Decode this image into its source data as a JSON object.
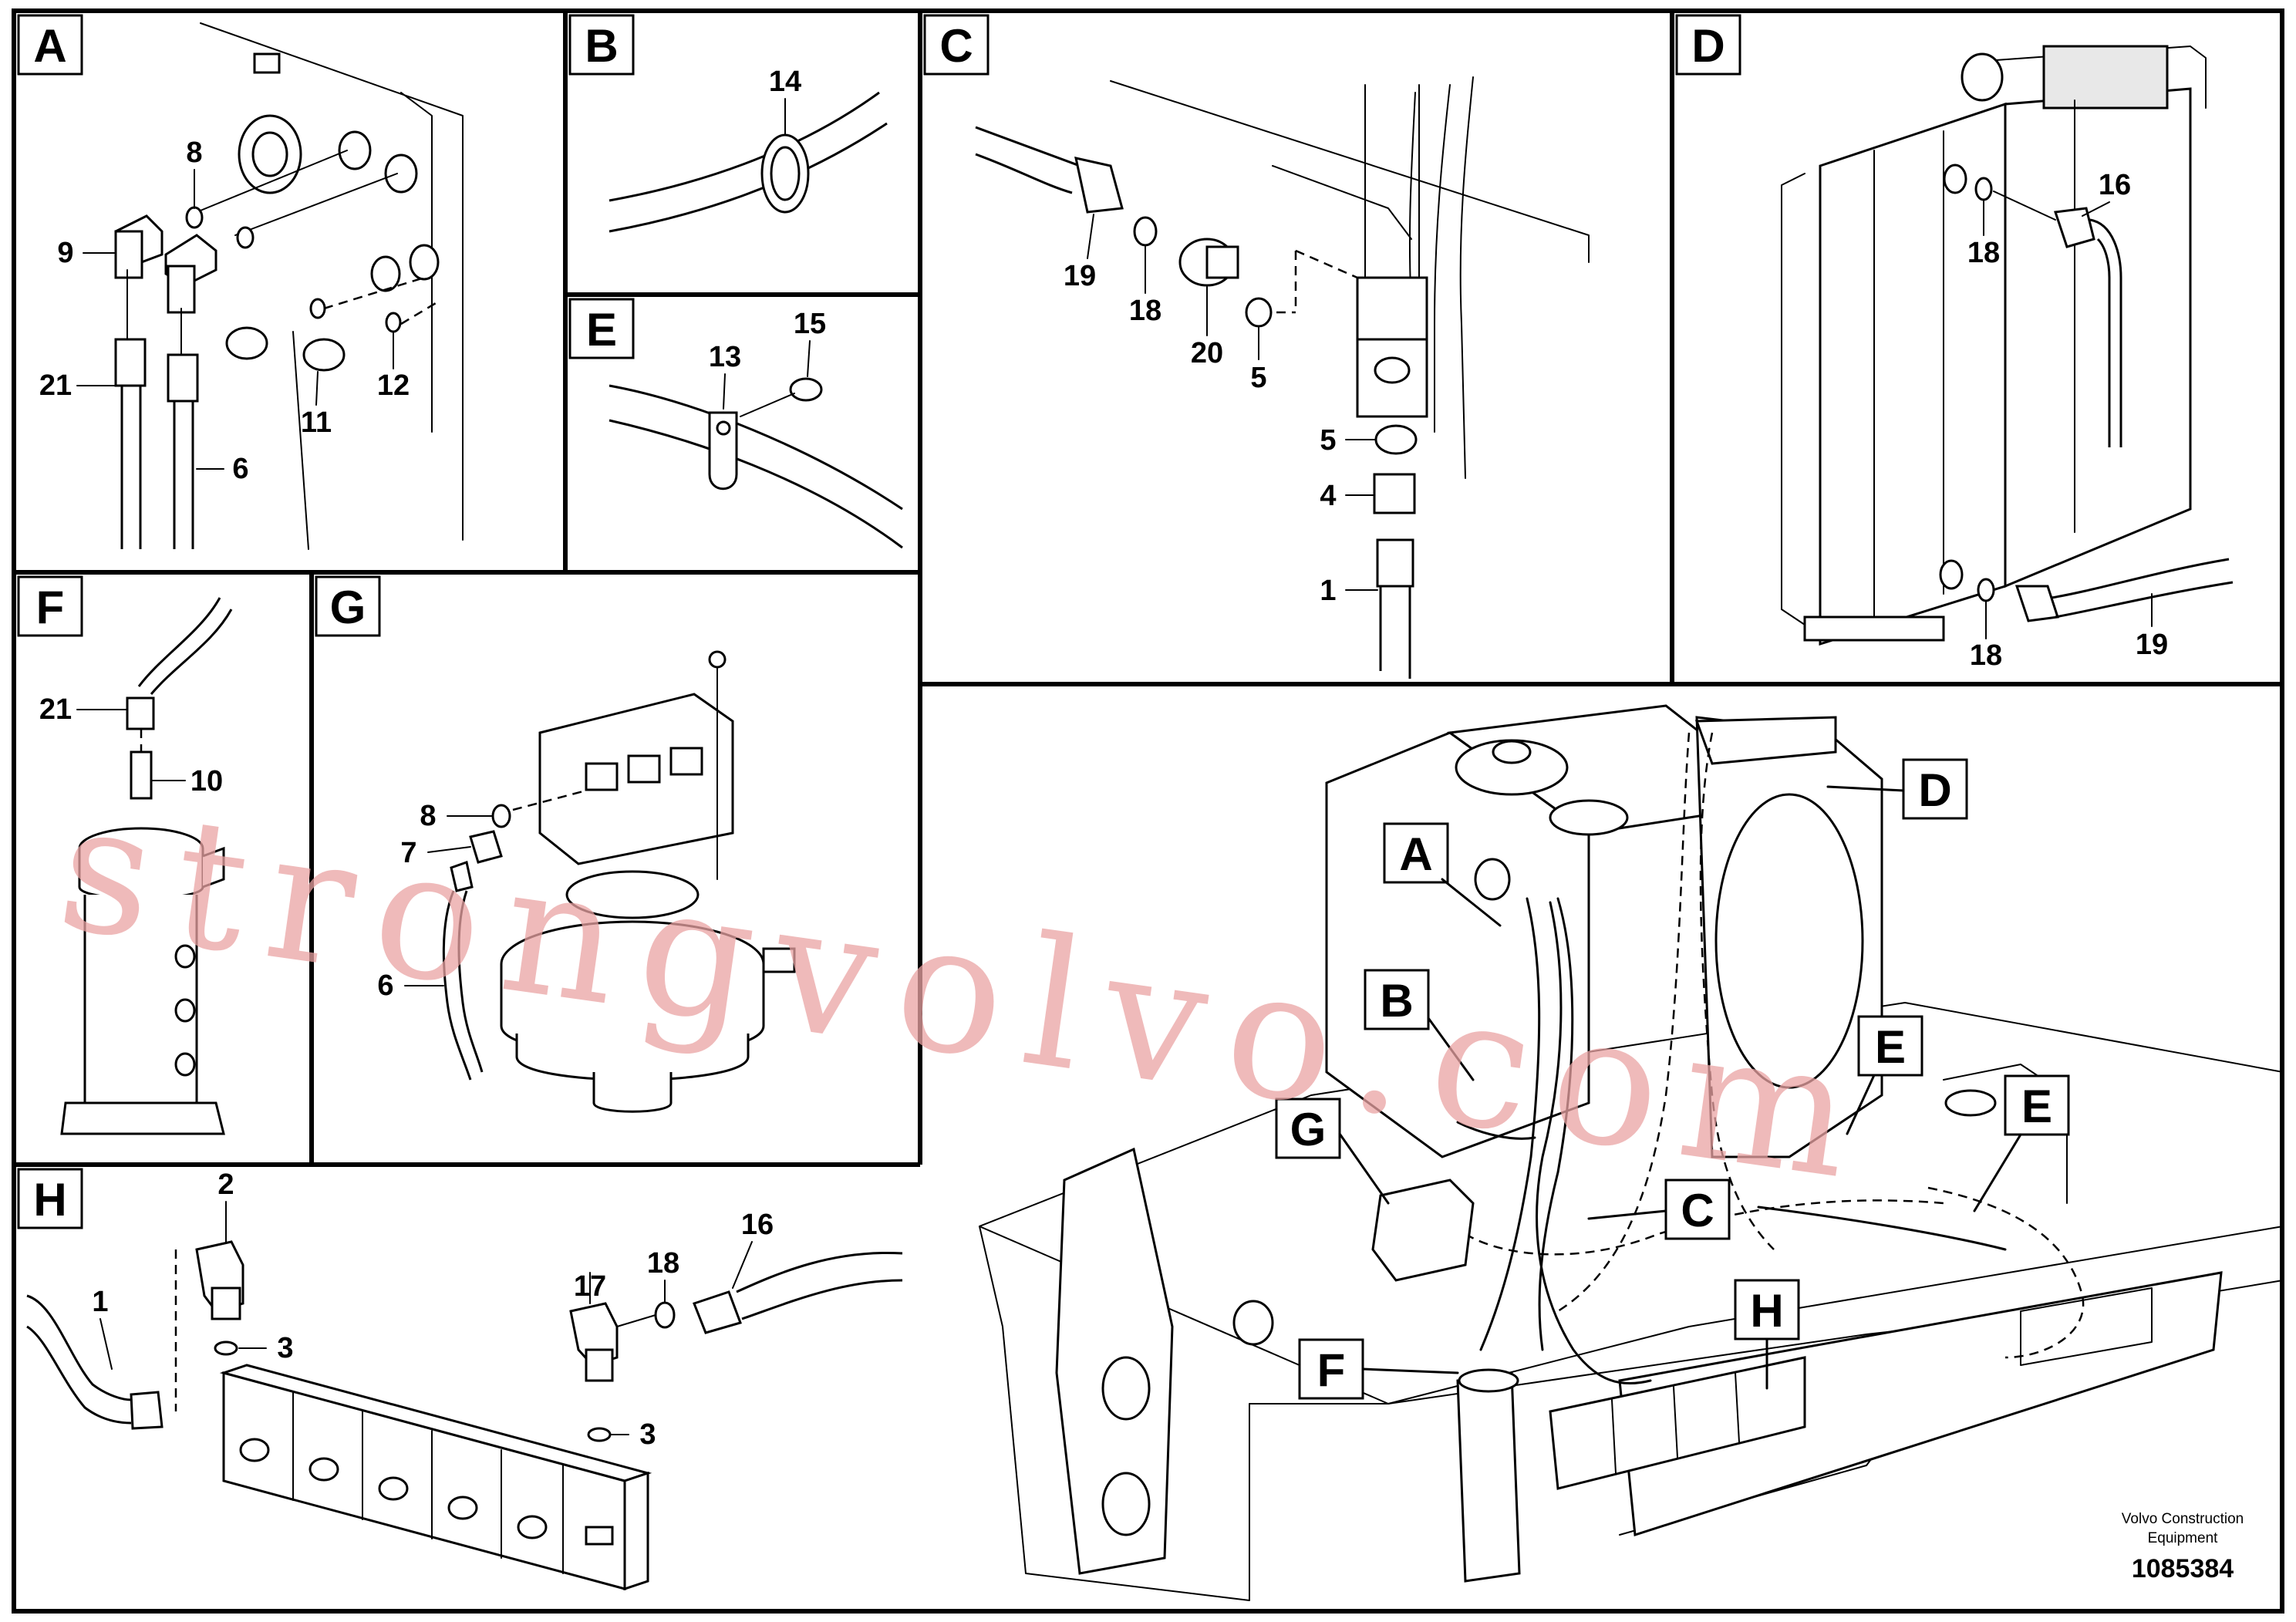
{
  "panels": {
    "A": {
      "letter": "A",
      "callouts": [
        "8",
        "9",
        "21",
        "6",
        "11",
        "12"
      ]
    },
    "B": {
      "letter": "B",
      "callouts": [
        "14"
      ]
    },
    "C": {
      "letter": "C",
      "callouts": [
        "19",
        "18",
        "20",
        "5",
        "5",
        "4",
        "1"
      ]
    },
    "D": {
      "letter": "D",
      "callouts": [
        "16",
        "18",
        "18",
        "19"
      ]
    },
    "E": {
      "letter": "E",
      "callouts": [
        "13",
        "15"
      ]
    },
    "F": {
      "letter": "F",
      "callouts": [
        "21",
        "10"
      ]
    },
    "G": {
      "letter": "G",
      "callouts": [
        "8",
        "7",
        "6"
      ]
    },
    "H": {
      "letter": "H",
      "callouts": [
        "2",
        "1",
        "3",
        "17",
        "18",
        "16",
        "3"
      ]
    }
  },
  "overview_tags": {
    "A": "A",
    "B": "B",
    "C": "C",
    "D": "D",
    "E1": "E",
    "E2": "E",
    "F": "F",
    "G": "G",
    "H": "H"
  },
  "watermark": "strongvolvo.com",
  "footer": {
    "maker_line1": "Volvo Construction",
    "maker_line2": "Equipment",
    "drawing_number": "1085384"
  },
  "colors": {
    "line": "#000000",
    "background": "#ffffff",
    "watermark": "#e9a3a3"
  }
}
